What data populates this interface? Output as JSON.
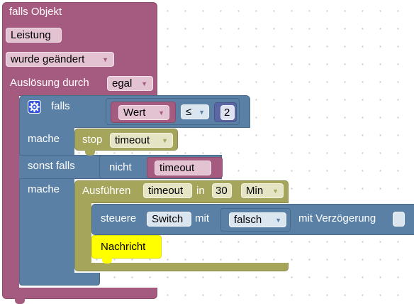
{
  "trigger_block": {
    "title": "falls Objekt",
    "object_field": "Leistung",
    "condition_dropdown": "wurde geändert",
    "trigger_label": "Auslösung durch",
    "trigger_dropdown": "egal"
  },
  "if_block": {
    "if_label": "falls",
    "do_label": "mache",
    "else_if_label": "sonst falls",
    "do2_label": "mache"
  },
  "compare_block": {
    "variable": "Wert",
    "operator": "≤",
    "number": "2"
  },
  "stop_block": {
    "label": "stop",
    "timer": "timeout"
  },
  "not_block": {
    "label": "nicht",
    "variable": "timeout"
  },
  "timeout_block": {
    "label": "Ausführen",
    "timer": "timeout",
    "in_label": "in",
    "duration": "30",
    "unit": "Min"
  },
  "control_block": {
    "label": "steuere",
    "target": "Switch",
    "with_label": "mit",
    "value": "falsch",
    "delay_label": "mit Verzögerung"
  },
  "comment_block": {
    "text": "Nachricht"
  },
  "colors": {
    "trigger": "#a55b80",
    "logic": "#5b80a5",
    "timer": "#a5a55b",
    "variable": "#a55b80",
    "comment": "#ffff00"
  },
  "icons": {
    "gear": "gear-icon",
    "dropdown": "dropdown-arrow-icon"
  }
}
